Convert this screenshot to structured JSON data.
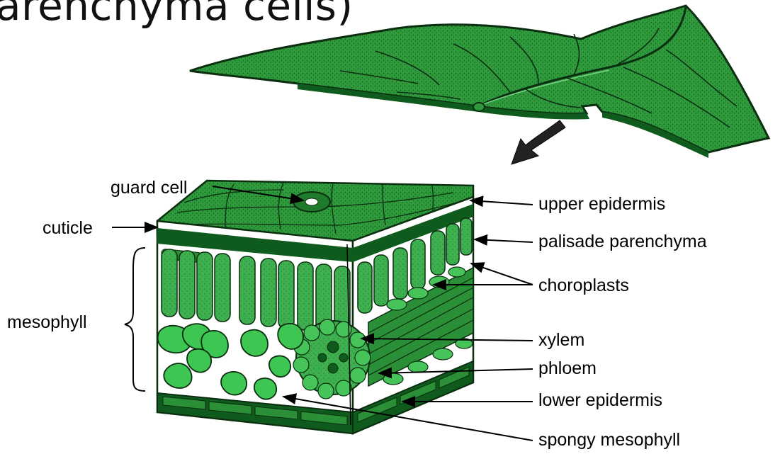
{
  "page_title": "arenchyma cells)",
  "colors": {
    "leaf_fill": "#2f9a3c",
    "leaf_dark": "#0f5a1d",
    "cell_light": "#46c45a",
    "cell_mid": "#2a8f36",
    "outline": "#0a2e0f",
    "arrow": "#1a1a1a"
  },
  "labels": {
    "guard_cell": "guard cell",
    "cuticle": "cuticle",
    "mesophyll": "mesophyll",
    "upper_epidermis": "upper epidermis",
    "palisade_parenchyma": "palisade parenchyma",
    "chloroplasts": "choroplasts",
    "xylem": "xylem",
    "phloem": "phloem",
    "lower_epidermis": "lower epidermis",
    "spongy_mesophyll": "spongy mesophyll"
  }
}
